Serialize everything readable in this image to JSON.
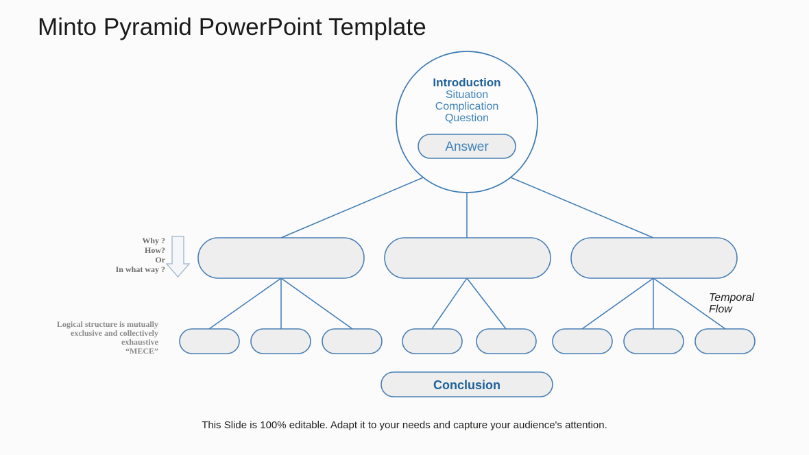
{
  "slide": {
    "title": "Minto Pyramid PowerPoint Template",
    "footer": "This Slide is 100% editable. Adapt it to your needs and capture your audience's attention.",
    "background_color": "#fbfbfb"
  },
  "theme": {
    "accent_blue": "#3d7ab4",
    "node_border": "#4a7fb5",
    "node_fill": "#eeeeee",
    "heading_blue": "#1f6199",
    "body_blue": "#3f82b8",
    "annotation_gray": "#6b6b6b",
    "arrow_stroke": "#9fb4c8"
  },
  "pyramid": {
    "circle": {
      "heading": "Introduction",
      "lines": [
        "Situation",
        "Complication",
        "Question"
      ],
      "answer_label": "Answer"
    },
    "level2": [
      {
        "label": ""
      },
      {
        "label": ""
      },
      {
        "label": ""
      }
    ],
    "level3": [
      {
        "label": ""
      },
      {
        "label": ""
      },
      {
        "label": ""
      },
      {
        "label": ""
      },
      {
        "label": ""
      },
      {
        "label": ""
      },
      {
        "label": ""
      },
      {
        "label": ""
      }
    ],
    "conclusion_label": "Conclusion"
  },
  "annotations": {
    "left_question": {
      "lines": [
        "Why ?",
        "How?",
        "Or",
        "In what way ?"
      ],
      "icon": "down-arrow-icon"
    },
    "mece": {
      "lines": [
        "Logical structure is mutually",
        "exclusive and collectively",
        "exhaustive",
        "“MECE”"
      ]
    },
    "temporal": {
      "lines": [
        "Temporal",
        "Flow"
      ]
    }
  }
}
